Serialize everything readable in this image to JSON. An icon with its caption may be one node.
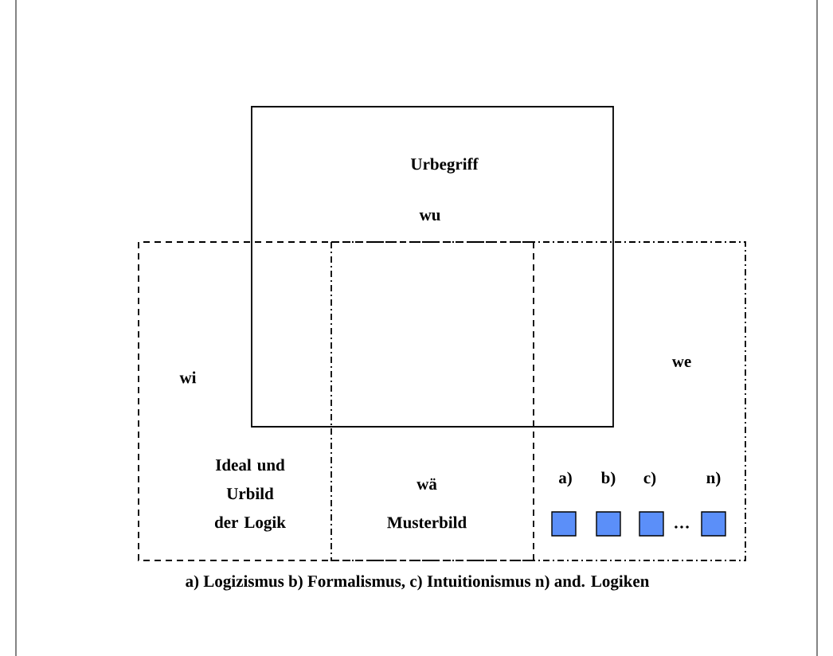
{
  "diagram": {
    "caption": "a) Logizismus b) Formalismus, c) Intuitionismus n) and. Logiken",
    "nodes": [
      {
        "text": [
          "Urbegriff",
          "wu"
        ]
      },
      {
        "text": [
          "wi",
          "Ideal und Urbild der Logik"
        ]
      },
      {
        "text": [
          "we"
        ]
      },
      {
        "text": [],
        "shape": "box",
        "in": 2
      },
      {
        "text": [],
        "shape": "box",
        "in": 2
      },
      {
        "text": [],
        "shape": "box",
        "in": 2
      },
      {
        "text": [],
        "shape": "box",
        "in": 2
      }
    ],
    "labels": [
      "wä",
      "Musterbild",
      "a)",
      "b)",
      "c)",
      "n)",
      "…"
    ]
  }
}
